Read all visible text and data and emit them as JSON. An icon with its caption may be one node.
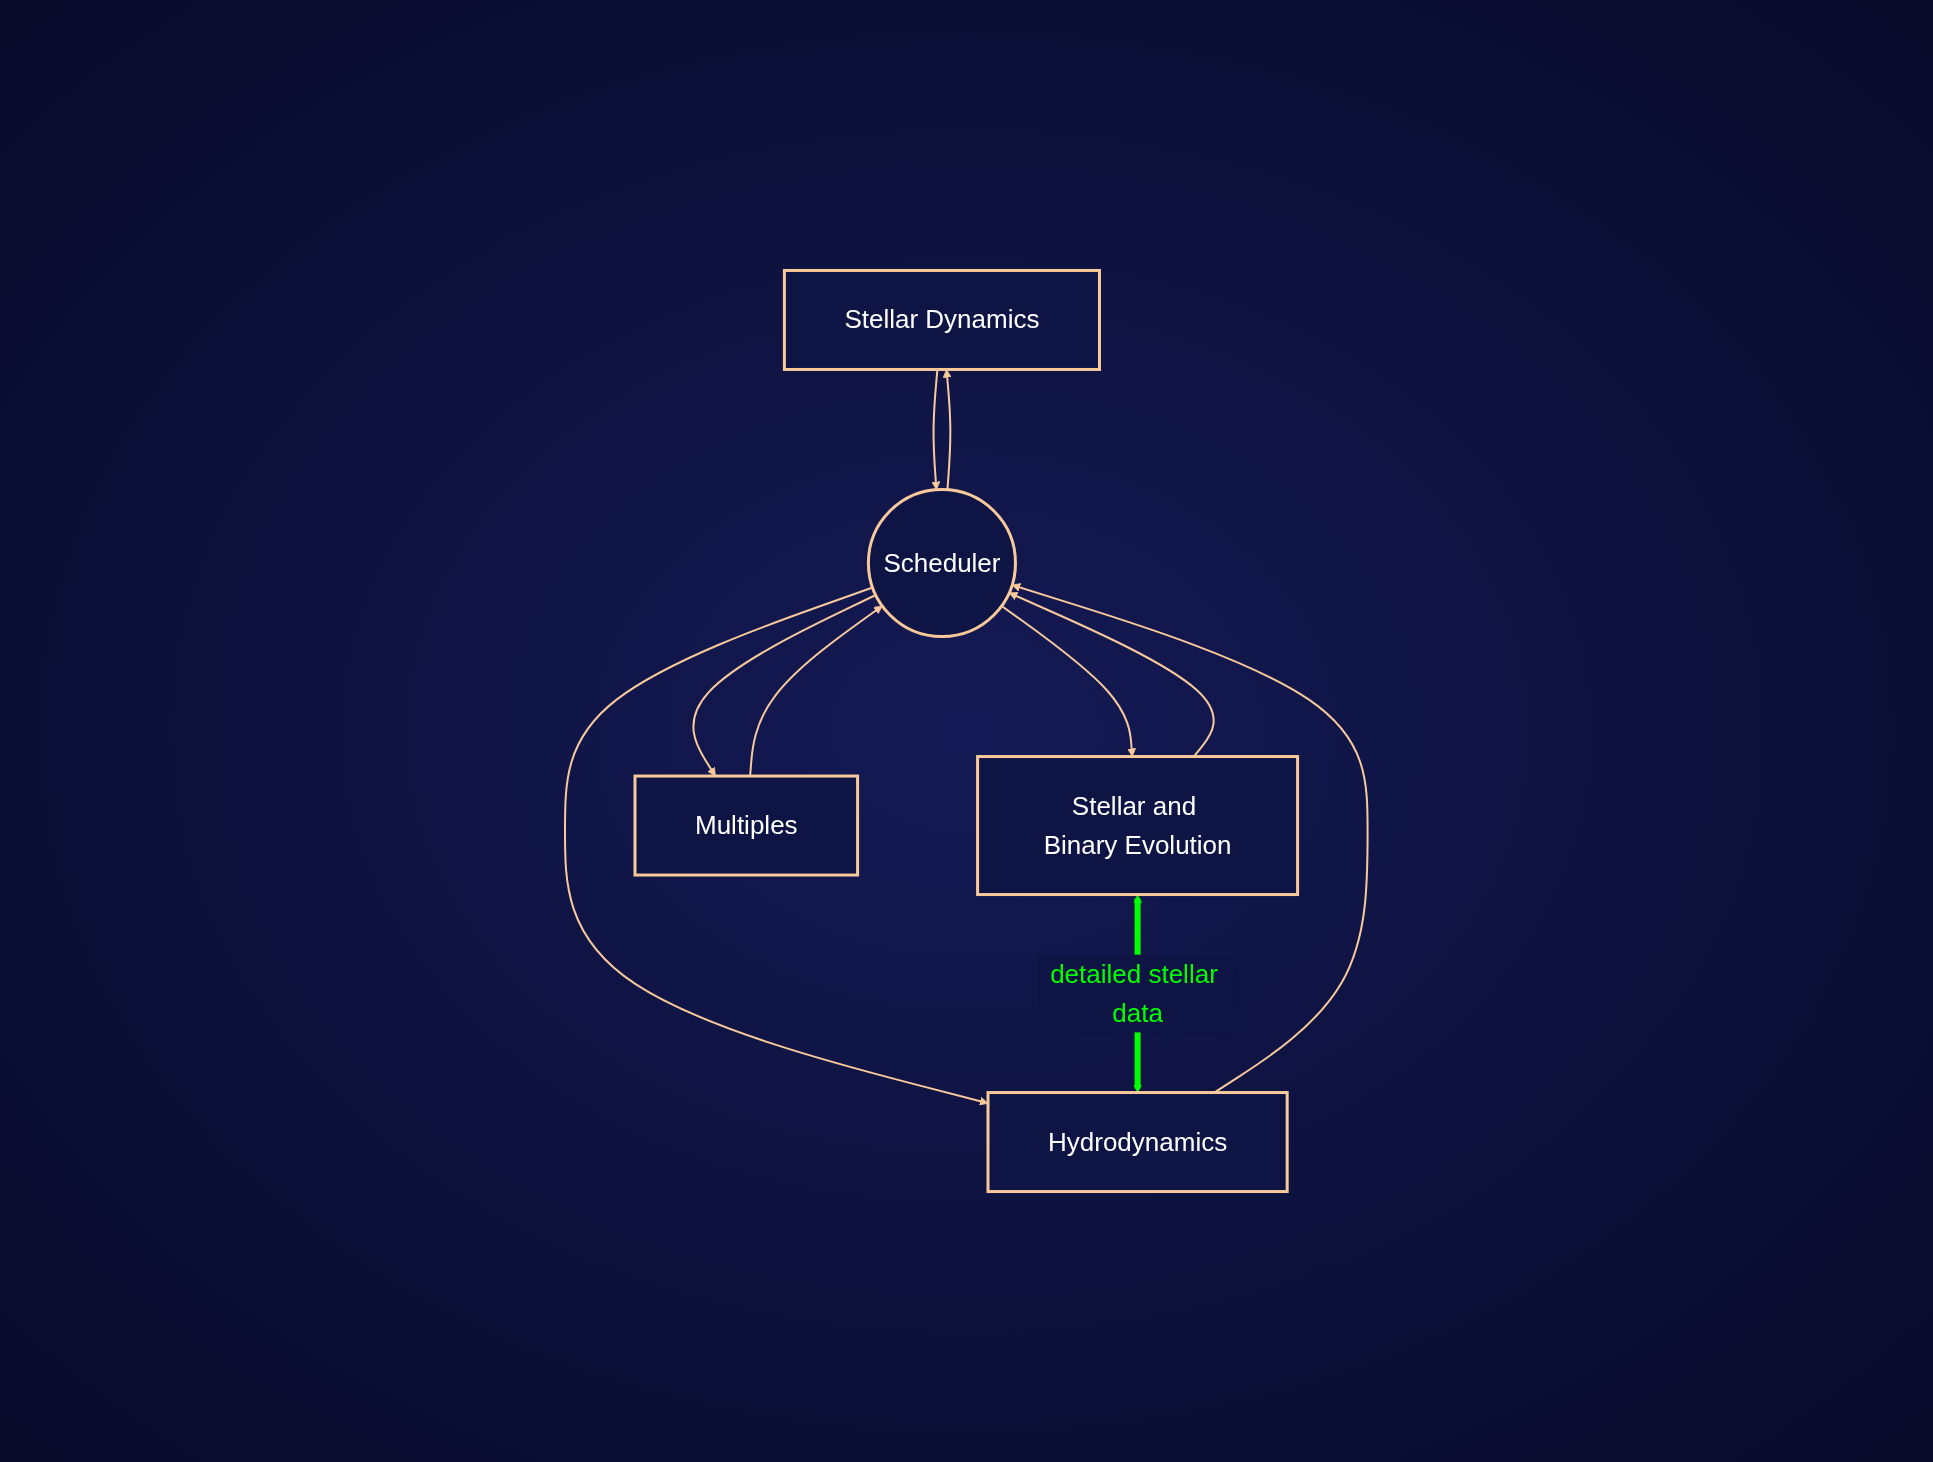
{
  "diagram": {
    "nodes": [
      {
        "text": [
          "Stellar Dynamics"
        ]
      },
      {
        "text": [
          "Stellar and Binary Evolution"
        ]
      },
      {
        "text": [
          "Scheduler"
        ]
      },
      {
        "text": [
          "Multiples"
        ]
      },
      {
        "text": [
          "Hydrodynamics"
        ]
      }
    ],
    "edges": [
      {
        "from": 0,
        "to": 2,
        "arrow": "to"
      },
      {
        "from": 2,
        "to": 0,
        "arrow": "to"
      },
      {
        "from": 2,
        "to": 1,
        "arrow": "to"
      },
      {
        "from": 1,
        "to": 2,
        "arrow": "to"
      },
      {
        "from": 2,
        "to": 3,
        "arrow": "to"
      },
      {
        "from": 3,
        "to": 2,
        "arrow": "to"
      },
      {
        "from": 2,
        "to": 4,
        "arrow": "to"
      },
      {
        "from": 4,
        "to": 2,
        "arrow": "to"
      },
      {
        "from": 1,
        "to": 4,
        "arrow": "both",
        "label": "detailed stellar data",
        "style": "thick",
        "color": "#00ff00"
      }
    ]
  }
}
